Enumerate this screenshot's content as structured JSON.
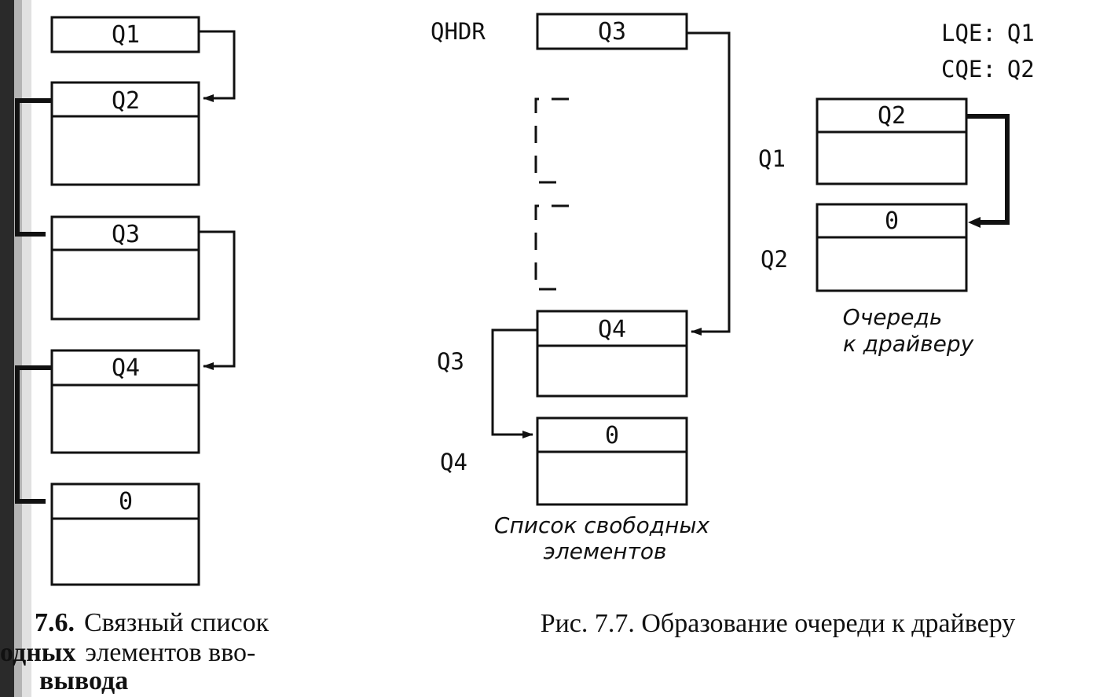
{
  "figure_7_6": {
    "nodes": [
      "Q1",
      "Q2",
      "Q3",
      "Q4",
      "0"
    ],
    "caption_line1_bold": "7.6.",
    "caption_line1_rest": "Связный список",
    "caption_line2_bold": "одных",
    "caption_line2_rest": "элементов вво-",
    "caption_line3": "вывода"
  },
  "figure_7_7": {
    "header_label": "QHDR",
    "header_value": "Q3",
    "lqe_label": "LQE:",
    "lqe_value": "Q1",
    "cqe_label": "CQE:",
    "cqe_value": "Q2",
    "free_list": {
      "node_values": [
        "Q4",
        "0"
      ],
      "side_labels": [
        "Q3",
        "Q4"
      ],
      "caption_line1": "Список свободных",
      "caption_line2": "элементов"
    },
    "driver_queue": {
      "node_values": [
        "Q2",
        "0"
      ],
      "side_labels": [
        "Q1",
        "Q2"
      ],
      "caption_line1": "Очередь",
      "caption_line2": "к драйверу"
    },
    "caption": "Рис. 7.7. Образование очереди к драйверу"
  },
  "colors": {
    "ink": "#111111",
    "paper": "#ffffff"
  }
}
